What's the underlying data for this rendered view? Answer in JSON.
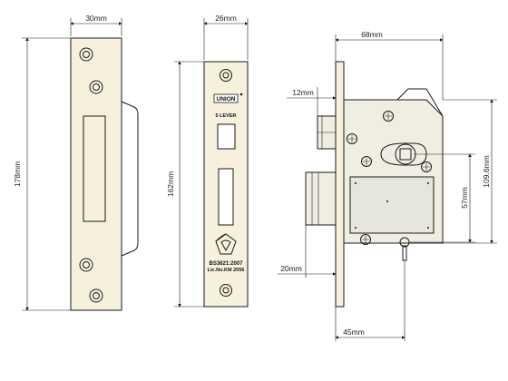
{
  "dimensions": {
    "strike_width": "30mm",
    "strike_height": "178mm",
    "front_width": "26mm",
    "front_height": "162mm",
    "body_depth": "68mm",
    "bolt_projection": "12mm",
    "centres": "57mm",
    "body_height": "109.6mm",
    "lower_projection": "20mm",
    "backset": "45mm"
  },
  "faceplate": {
    "brand": "UNION",
    "lever_label": "5 LEVER",
    "standard_line1": "BS3621:2007",
    "standard_line2": "Lic.No.KM 2056"
  },
  "colors": {
    "face_fill": "#f6f0dc",
    "body_fill": "#f0ede2",
    "plate_fill": "#e6e6dc",
    "line": "#1a1a1a"
  }
}
